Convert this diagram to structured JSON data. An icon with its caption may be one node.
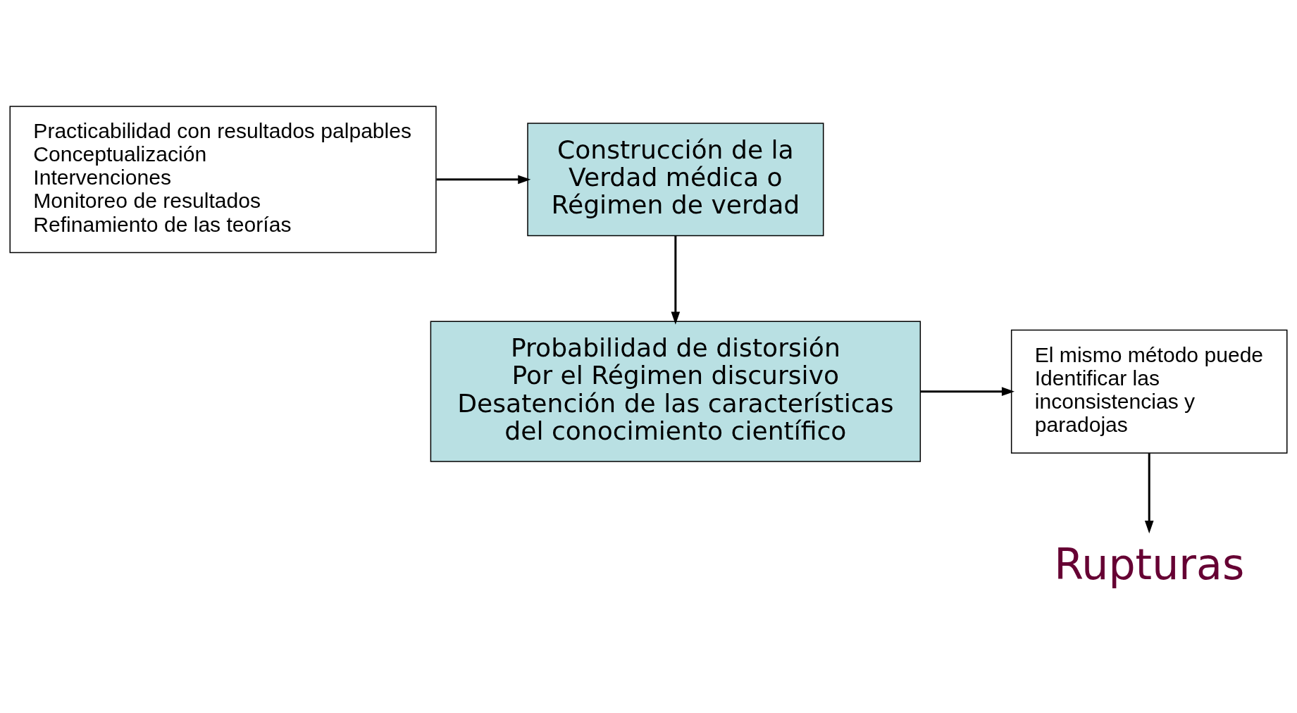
{
  "diagram": {
    "nodes": [
      {
        "text": [
          "Practicabilidad con resultados palpables",
          "Conceptualización",
          "Intervenciones",
          "Monitoreo de resultados",
          "Refinamiento de las teorías"
        ]
      },
      {
        "text": [
          "Construcción de la Verdad médica o Régimen de verdad"
        ]
      },
      {
        "text": [
          "Probabilidad de distorsión",
          "Por el Régimen discursivo",
          "Desatención de las características del conocimiento científico"
        ]
      },
      {
        "text": [
          "El mismo método puede Identificar las inconsistencias y paradojas"
        ]
      },
      {
        "text": [
          "Rupturas"
        ]
      }
    ],
    "edges": [
      {
        "from": 0,
        "to": 1,
        "arrow": "to"
      },
      {
        "from": 1,
        "to": 2,
        "arrow": "to"
      },
      {
        "from": 2,
        "to": 3,
        "arrow": "to"
      },
      {
        "from": 3,
        "to": 4,
        "arrow": "to"
      }
    ]
  }
}
